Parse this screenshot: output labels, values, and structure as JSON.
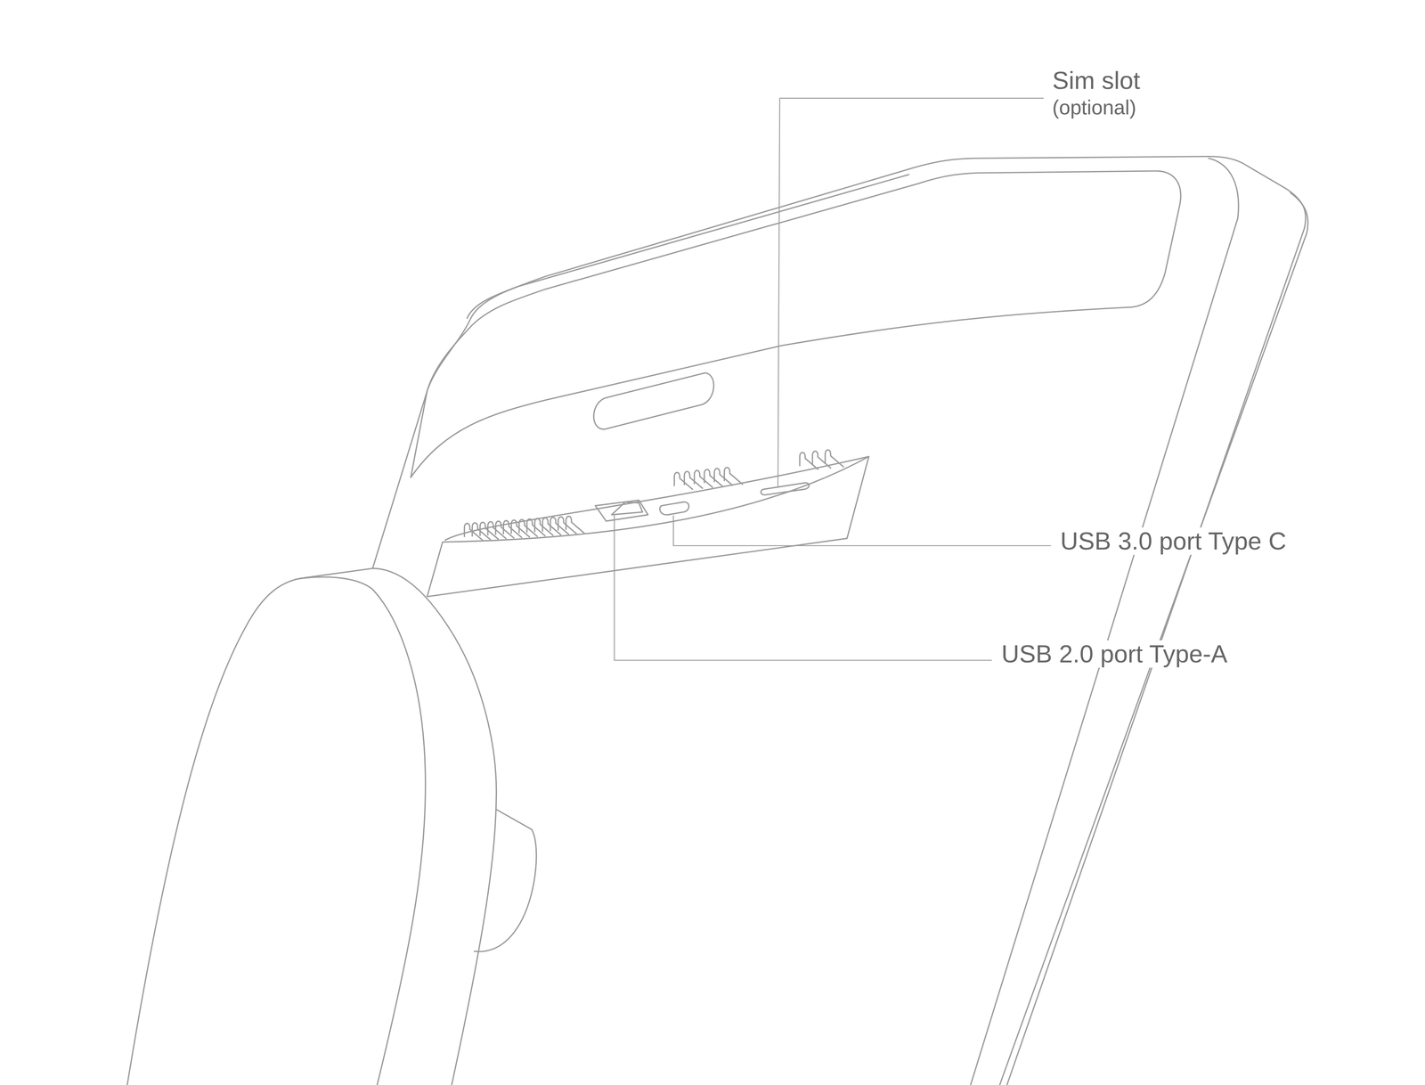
{
  "diagram": {
    "labels": [
      "Sim slot",
      "(optional)",
      "USB 3.0 port Type C",
      "USB 2.0 port Type-A"
    ]
  }
}
